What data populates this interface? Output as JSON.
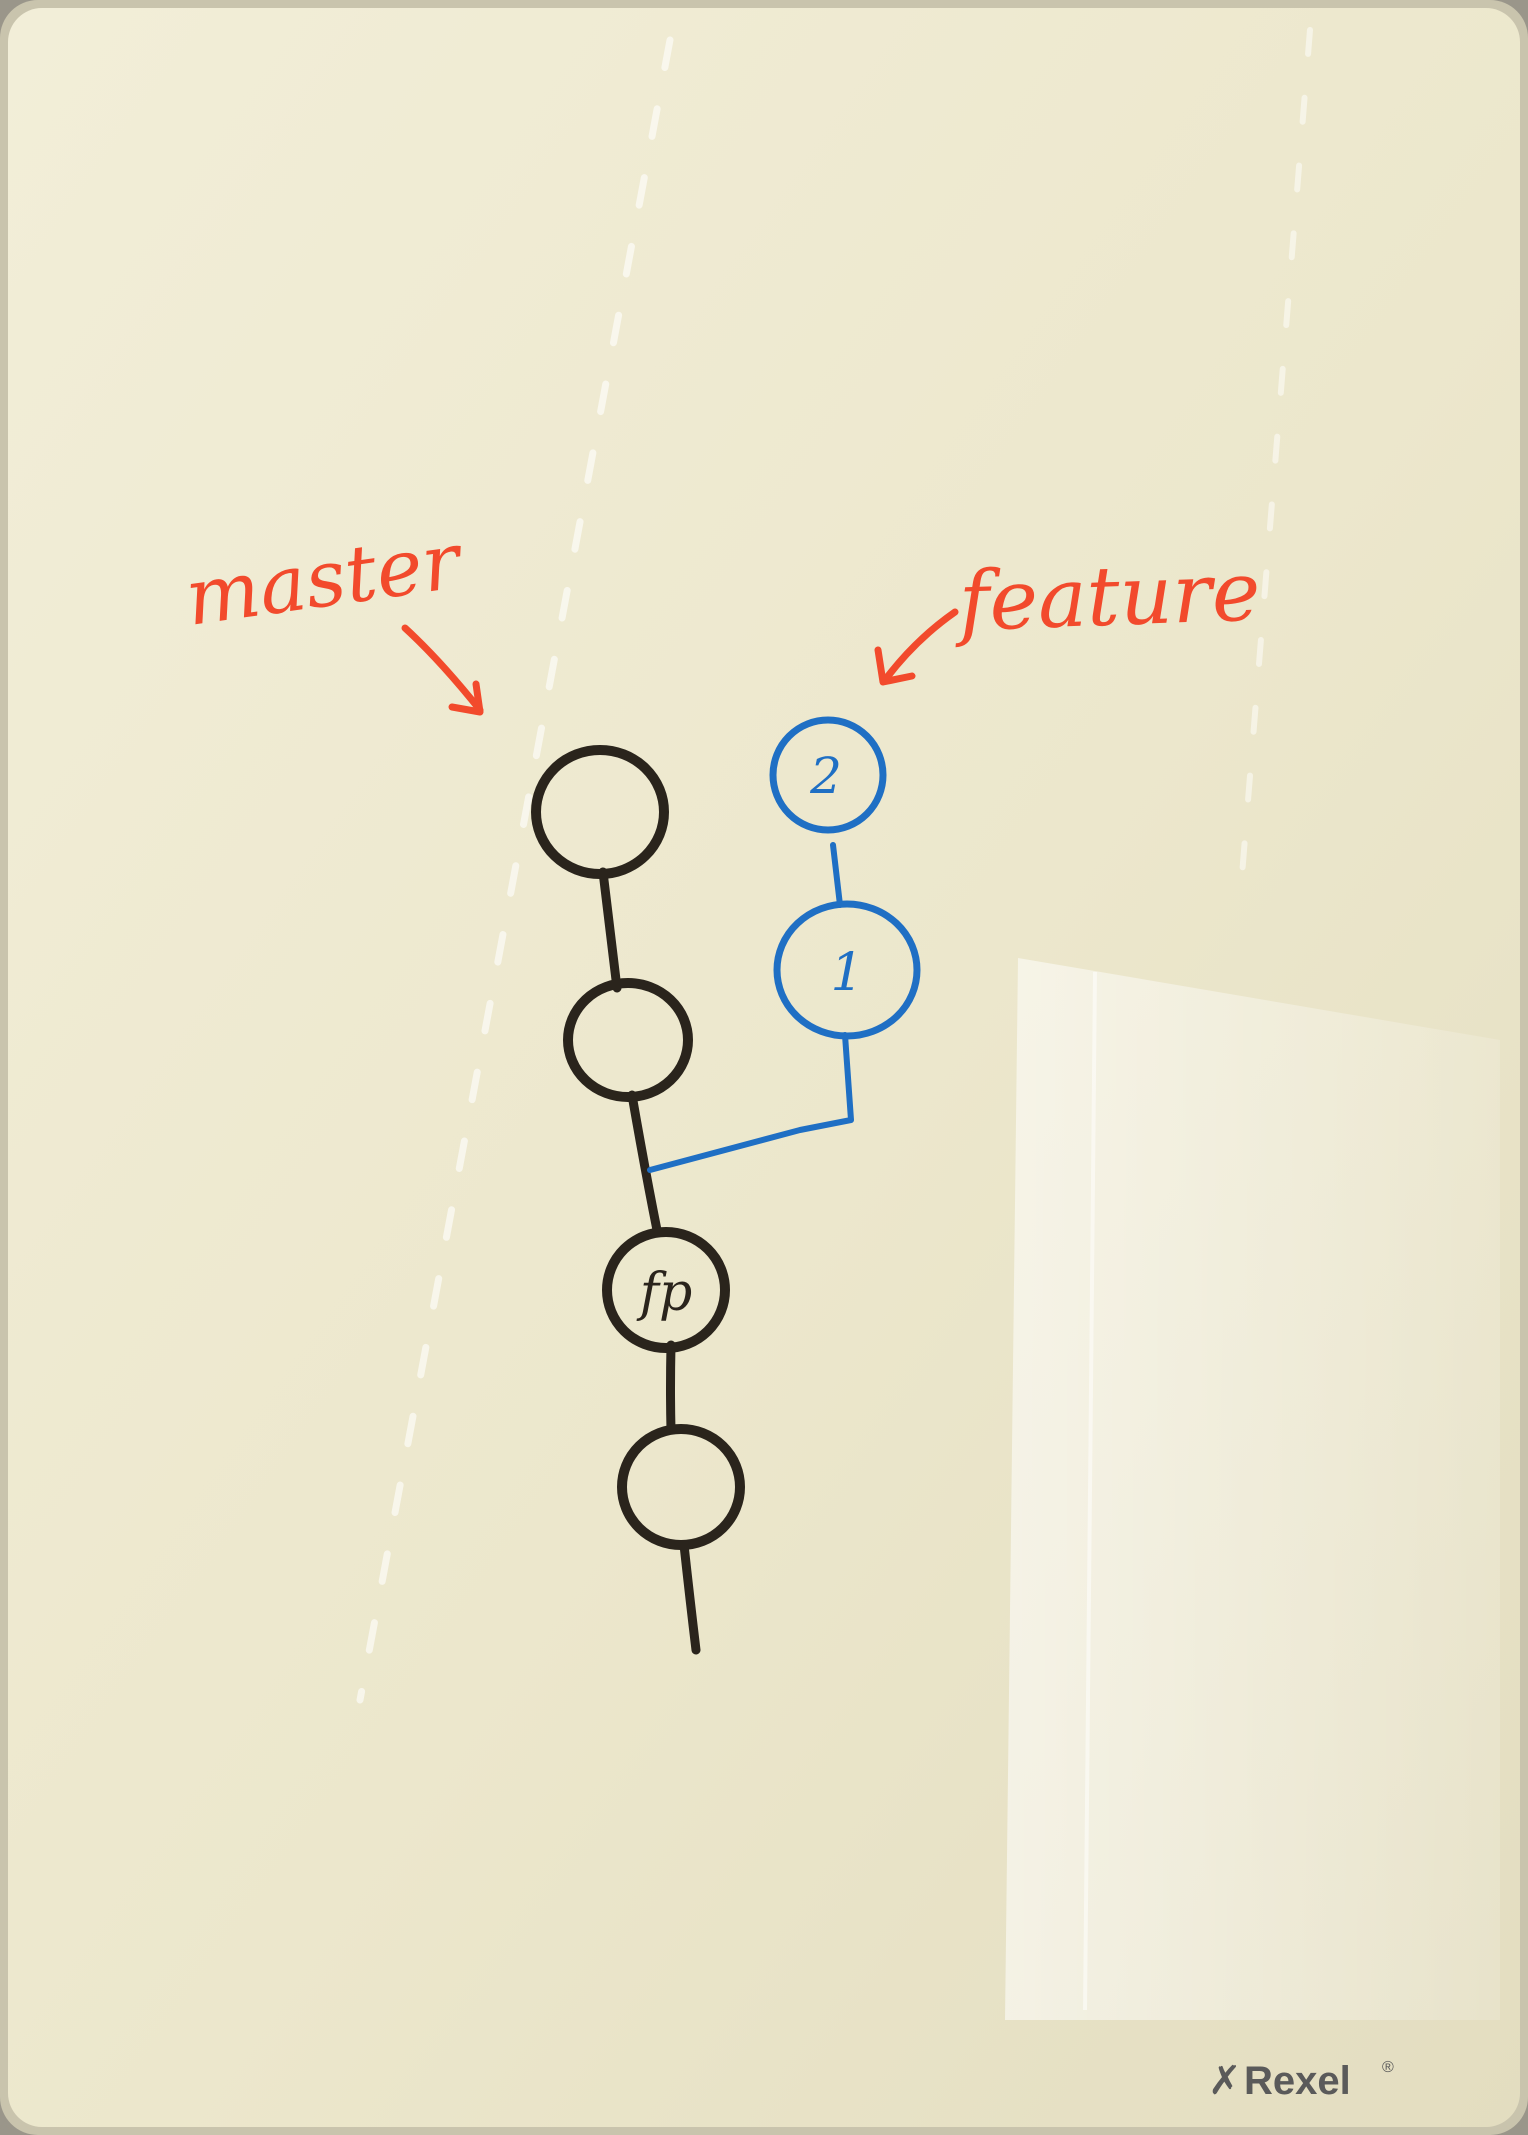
{
  "board": {
    "brand": "Rexel",
    "brand_mark": "®",
    "surface_color": "#ede8cf",
    "frame_color": "#cfcab4"
  },
  "diagram": {
    "branches": {
      "master": {
        "label": "master",
        "label_color": "#f24a2c",
        "stroke_color": "#2a241c"
      },
      "feature": {
        "label": "feature",
        "label_color": "#f24a2c",
        "stroke_color": "#1f6fc4"
      }
    },
    "master_commits": [
      {
        "label": ""
      },
      {
        "label": ""
      },
      {
        "label": "fp"
      },
      {
        "label": ""
      }
    ],
    "feature_commits": [
      {
        "label": "2"
      },
      {
        "label": "1"
      }
    ]
  }
}
